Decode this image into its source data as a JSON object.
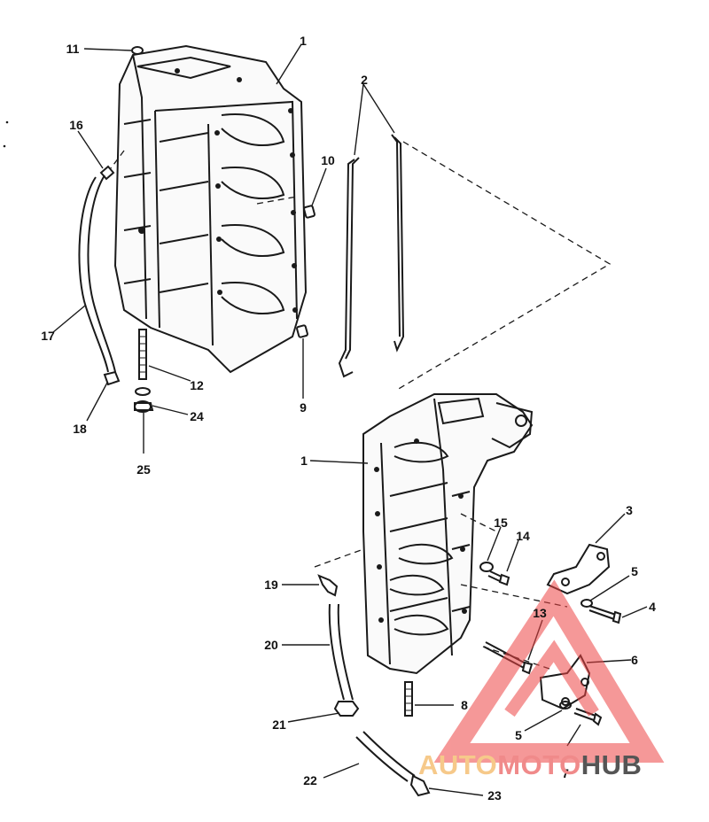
{
  "callouts": [
    {
      "id": "c1a",
      "text": "1"
    },
    {
      "id": "c1b",
      "text": "1"
    },
    {
      "id": "c2",
      "text": "2"
    },
    {
      "id": "c3",
      "text": "3"
    },
    {
      "id": "c4",
      "text": "4"
    },
    {
      "id": "c5a",
      "text": "5"
    },
    {
      "id": "c5b",
      "text": "5"
    },
    {
      "id": "c6",
      "text": "6"
    },
    {
      "id": "c7",
      "text": "7"
    },
    {
      "id": "c8",
      "text": "8"
    },
    {
      "id": "c9",
      "text": "9"
    },
    {
      "id": "c10",
      "text": "10"
    },
    {
      "id": "c11",
      "text": "11"
    },
    {
      "id": "c12",
      "text": "12"
    },
    {
      "id": "c13",
      "text": "13"
    },
    {
      "id": "c14",
      "text": "14"
    },
    {
      "id": "c15",
      "text": "15"
    },
    {
      "id": "c16",
      "text": "16"
    },
    {
      "id": "c17",
      "text": "17"
    },
    {
      "id": "c18",
      "text": "18"
    },
    {
      "id": "c19",
      "text": "19"
    },
    {
      "id": "c20",
      "text": "20"
    },
    {
      "id": "c21",
      "text": "21"
    },
    {
      "id": "c22",
      "text": "22"
    },
    {
      "id": "c23",
      "text": "23"
    },
    {
      "id": "c24",
      "text": "24"
    },
    {
      "id": "c25",
      "text": "25"
    }
  ],
  "watermark": {
    "part1": "AUTO",
    "part2": "MOTO",
    "part3": "HUB",
    "color_light": "#f6c98a",
    "color_red": "#f08a8a",
    "color_dark": "#555555"
  },
  "colors": {
    "line": "#1a1a1a",
    "paper": "#ffffff"
  }
}
